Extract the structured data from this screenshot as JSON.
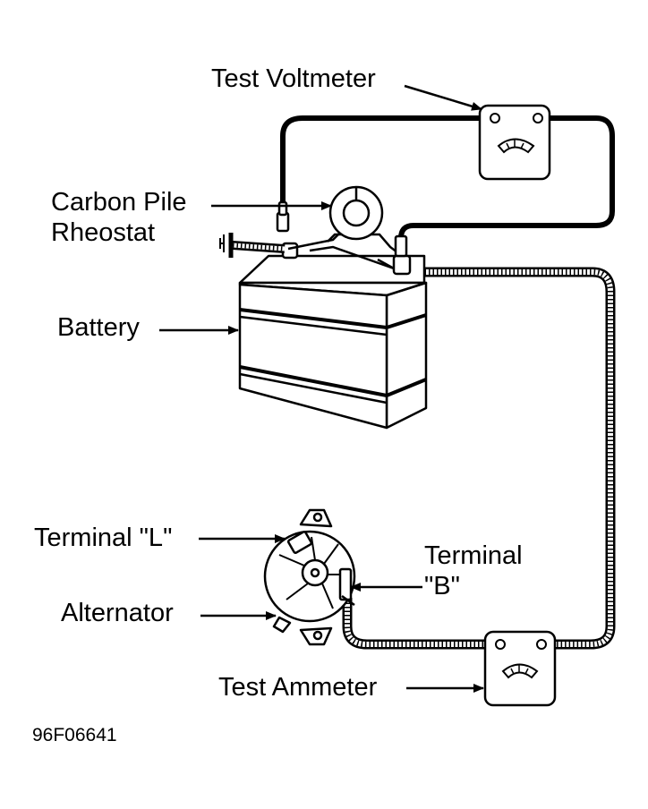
{
  "labels": {
    "test_voltmeter": "Test Voltmeter",
    "carbon_pile_line1": "Carbon Pile",
    "carbon_pile_line2": "Rheostat",
    "battery": "Battery",
    "terminal_l": "Terminal \"L\"",
    "terminal_b_line1": "Terminal",
    "terminal_b_line2": "\"B\"",
    "alternator": "Alternator",
    "test_ammeter": "Test Ammeter"
  },
  "figure_code": "96F06641",
  "colors": {
    "ink": "#000000",
    "paper": "#ffffff"
  }
}
